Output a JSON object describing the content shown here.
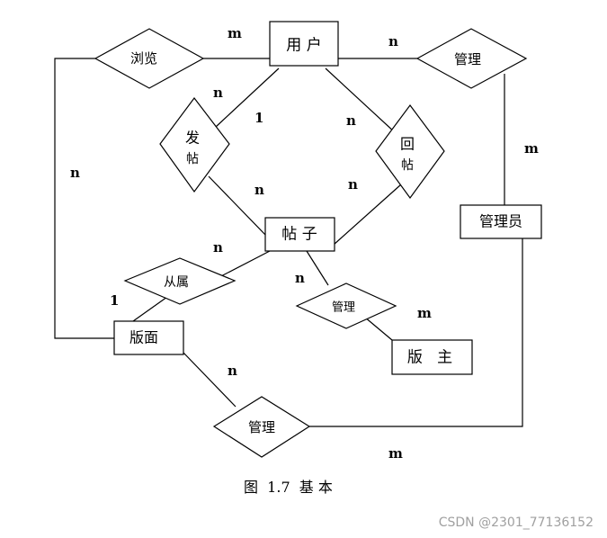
{
  "diagram": {
    "entities": {
      "user": "用 户",
      "post": "帖 子",
      "admin": "管理员",
      "board": "版面",
      "moderator": "版   主"
    },
    "relationships": {
      "browse": "浏览",
      "manage_user": "管理",
      "publish_top": "发",
      "publish_bottom": "帖",
      "reply_top": "回",
      "reply_bottom": "帖",
      "belongs": "从属",
      "manage_post": "管理",
      "manage_board": "管理"
    },
    "cardinalities": {
      "user_browse": "m",
      "user_manage": "n",
      "user_publish_n": "n",
      "user_publish_1": "1",
      "user_reply": "n",
      "browse_board": "n",
      "publish_post": "n",
      "reply_post": "n",
      "manage_admin": "m",
      "post_belongs": "n",
      "post_manage": "n",
      "belongs_board": "1",
      "manage_moderator": "m",
      "board_manage": "n",
      "admin_manage_board": "m"
    },
    "caption": "图  1.7  基 本",
    "watermark": "CSDN @2301_77136152"
  }
}
